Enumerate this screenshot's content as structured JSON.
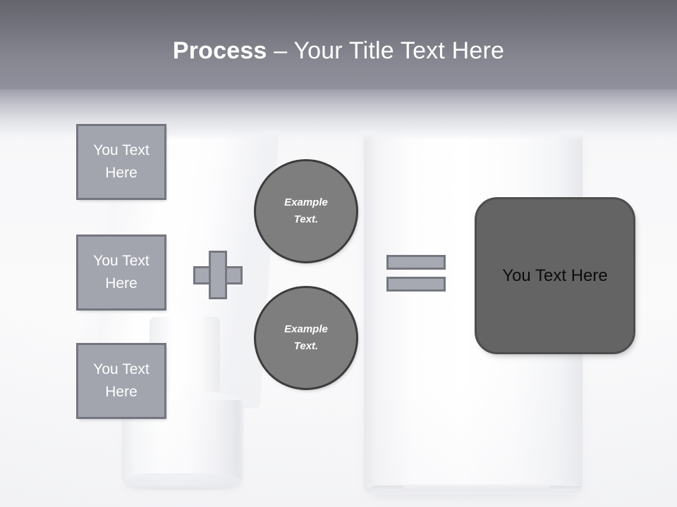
{
  "slide": {
    "title": {
      "bold_part": "Process",
      "light_part": " – Your Title Text Here"
    }
  },
  "inputs": {
    "boxes": [
      {
        "line1": "You Text",
        "line2": "Here"
      },
      {
        "line1": "You Text",
        "line2": "Here"
      },
      {
        "line1": "You Text",
        "line2": "Here"
      }
    ]
  },
  "operators": {
    "plus": "+",
    "equals": "="
  },
  "modifiers": {
    "circles": [
      {
        "line1": "Example",
        "line2": "Text."
      },
      {
        "line1": "Example",
        "line2": "Text."
      }
    ]
  },
  "result": {
    "label": "You Text Here"
  },
  "colors": {
    "header_top": "#64656d",
    "header_bottom": "#90919c",
    "box_fill": "#a2a5ae",
    "box_border": "#74757f",
    "circle_fill": "#7e7e7e",
    "circle_border": "#3c3c3c",
    "operator_fill": "#a6a9b2",
    "operator_border": "#76777f",
    "result_fill": "#646464",
    "result_border": "#4d4d4d",
    "title_text": "#ffffff",
    "result_text": "#0c0c0c"
  }
}
